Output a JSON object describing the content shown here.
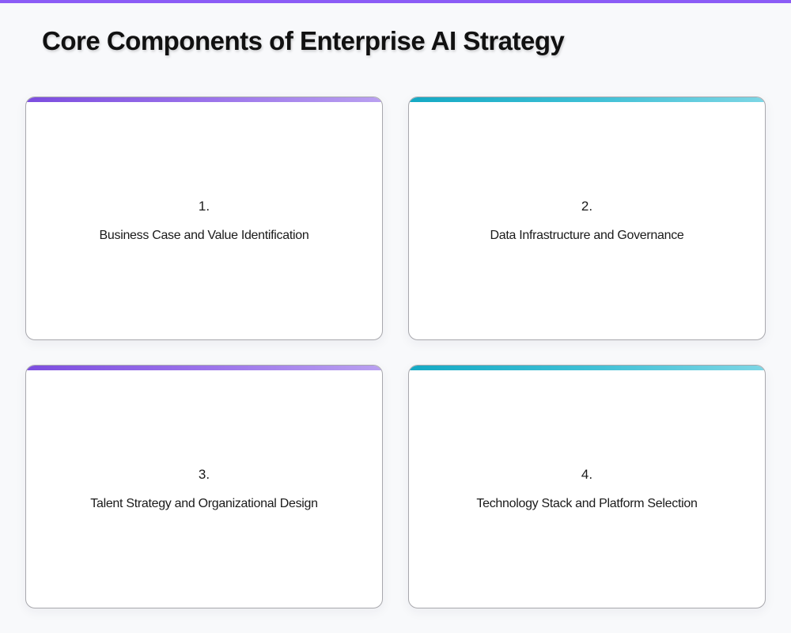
{
  "header": {
    "title": "Core Components of Enterprise AI Strategy"
  },
  "colors": {
    "top_bar": "#8b5cf6",
    "purple_accent": "#7c4ddf",
    "teal_accent": "#14a9c4",
    "background": "#f8f9fb"
  },
  "cards": [
    {
      "number": "1.",
      "label": "Business Case and Value Identification",
      "accent": "purple"
    },
    {
      "number": "2.",
      "label": "Data Infrastructure and Governance",
      "accent": "teal"
    },
    {
      "number": "3.",
      "label": "Talent Strategy and Organizational Design",
      "accent": "purple"
    },
    {
      "number": "4.",
      "label": "Technology Stack and Platform Selection",
      "accent": "teal"
    }
  ]
}
